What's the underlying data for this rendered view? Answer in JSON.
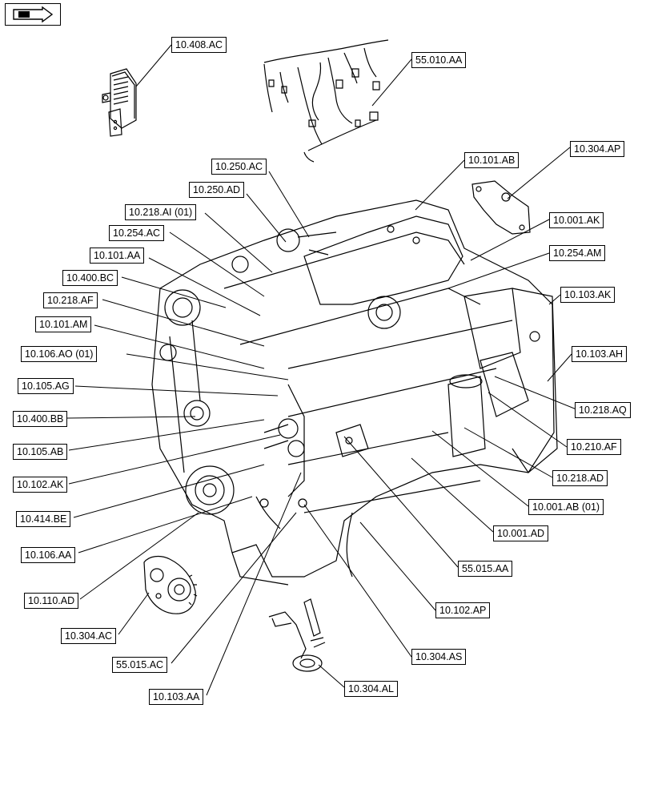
{
  "diagram": {
    "nav_icon": "page-navigation-arrow-icon",
    "callouts": [
      {
        "id": "c-10408ac",
        "label": "10.408.AC"
      },
      {
        "id": "c-55010aa",
        "label": "55.010.AA"
      },
      {
        "id": "c-10304ap",
        "label": "10.304.AP"
      },
      {
        "id": "c-10101ab",
        "label": "10.101.AB"
      },
      {
        "id": "c-10250ac",
        "label": "10.250.AC"
      },
      {
        "id": "c-10250ad",
        "label": "10.250.AD"
      },
      {
        "id": "c-10218ai",
        "label": "10.218.AI (01)"
      },
      {
        "id": "c-10254ac",
        "label": "10.254.AC"
      },
      {
        "id": "c-10101aa",
        "label": "10.101.AA"
      },
      {
        "id": "c-10400bc",
        "label": "10.400.BC"
      },
      {
        "id": "c-10218af",
        "label": "10.218.AF"
      },
      {
        "id": "c-10101am",
        "label": "10.101.AM"
      },
      {
        "id": "c-10106ao",
        "label": "10.106.AO (01)"
      },
      {
        "id": "c-10105ag",
        "label": "10.105.AG"
      },
      {
        "id": "c-10400bb",
        "label": "10.400.BB"
      },
      {
        "id": "c-10105ab",
        "label": "10.105.AB"
      },
      {
        "id": "c-10102ak",
        "label": "10.102.AK"
      },
      {
        "id": "c-10414be",
        "label": "10.414.BE"
      },
      {
        "id": "c-10106aa",
        "label": "10.106.AA"
      },
      {
        "id": "c-10110ad",
        "label": "10.110.AD"
      },
      {
        "id": "c-10304ac",
        "label": "10.304.AC"
      },
      {
        "id": "c-55015ac",
        "label": "55.015.AC"
      },
      {
        "id": "c-10103aa",
        "label": "10.103.AA"
      },
      {
        "id": "c-10001ak",
        "label": "10.001.AK"
      },
      {
        "id": "c-10254am",
        "label": "10.254.AM"
      },
      {
        "id": "c-10103ak",
        "label": "10.103.AK"
      },
      {
        "id": "c-10103ah",
        "label": "10.103.AH"
      },
      {
        "id": "c-10218aq",
        "label": "10.218.AQ"
      },
      {
        "id": "c-10210af",
        "label": "10.210.AF"
      },
      {
        "id": "c-10218ad",
        "label": "10.218.AD"
      },
      {
        "id": "c-10001ab",
        "label": "10.001.AB (01)"
      },
      {
        "id": "c-10001ad",
        "label": "10.001.AD"
      },
      {
        "id": "c-55015aa",
        "label": "55.015.AA"
      },
      {
        "id": "c-10102ap",
        "label": "10.102.AP"
      },
      {
        "id": "c-10304as",
        "label": "10.304.AS"
      },
      {
        "id": "c-10304al",
        "label": "10.304.AL"
      }
    ]
  }
}
